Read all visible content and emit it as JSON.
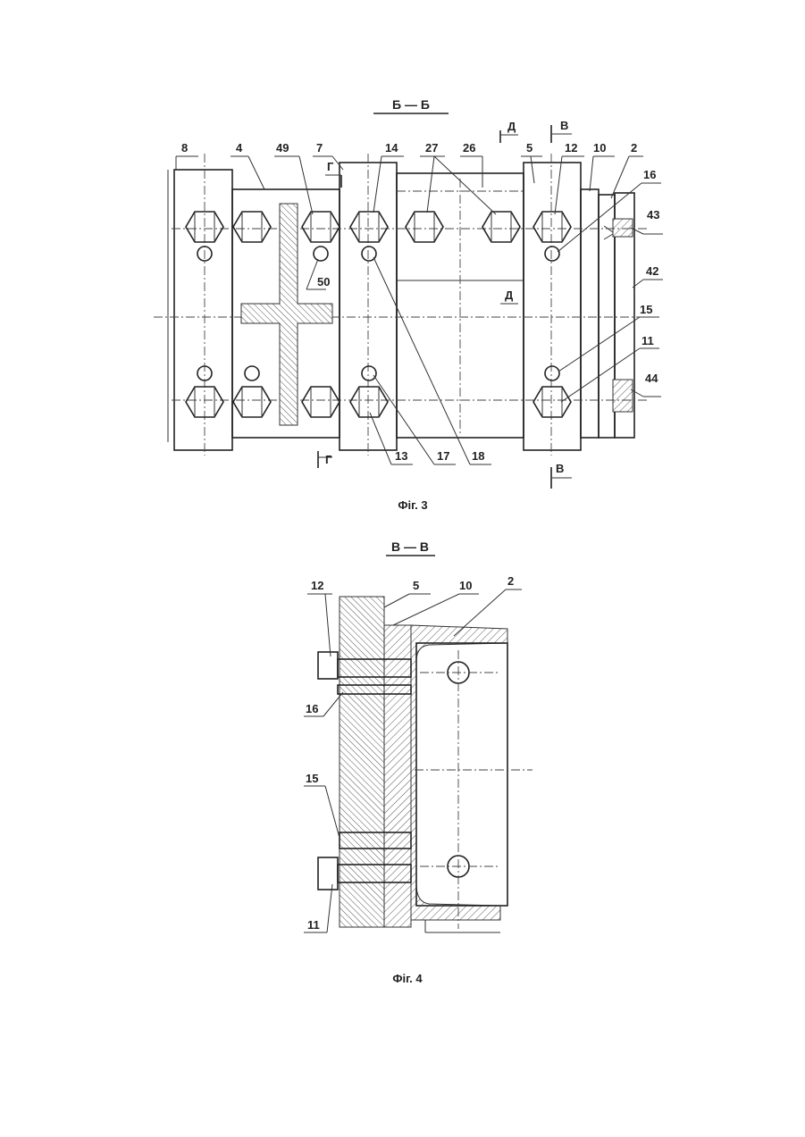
{
  "fig3": {
    "section_title": "Б — Б",
    "caption": "Фіг. 3",
    "labels": {
      "l8": "8",
      "l4": "4",
      "l49": "49",
      "l7": "7",
      "l14": "14",
      "l27": "27",
      "l26": "26",
      "l5": "5",
      "l12": "12",
      "l10": "10",
      "l2": "2",
      "l16": "16",
      "l43": "43",
      "l42": "42",
      "l50": "50",
      "l15": "15",
      "l11": "11",
      "l44": "44",
      "l13": "13",
      "l17": "17",
      "l18": "18"
    },
    "cuts": {
      "g_top": "Г",
      "g_bottom": "Г",
      "d_top": "Д",
      "d_mid": "Д",
      "v_top": "В",
      "v_bottom": "В"
    }
  },
  "fig4": {
    "section_title": "В — В",
    "caption": "Фіг. 4",
    "labels": {
      "l12": "12",
      "l5": "5",
      "l10": "10",
      "l2": "2",
      "l16": "16",
      "l15": "15",
      "l11": "11"
    }
  }
}
